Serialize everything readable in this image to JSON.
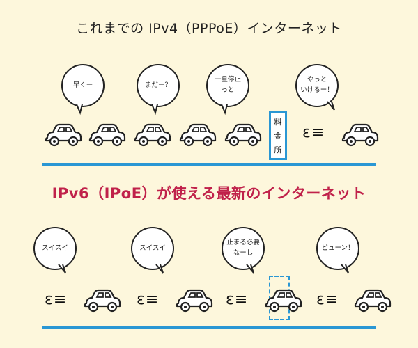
{
  "top": {
    "title": "これまでの IPv4（PPPoE）インターネット",
    "bubbles": [
      "早くー",
      "まだー？",
      "一旦停止\nっと",
      "やっと\nいけるー！"
    ],
    "toll_chars": [
      "料",
      "金",
      "所"
    ],
    "speed_mark": "ε≡"
  },
  "bottom": {
    "title": "IPv6（IPoE）が使える最新のインターネット",
    "bubbles": [
      "スイスイ",
      "スイスイ",
      "止まる必要\nなーし",
      "ビューン！"
    ],
    "speed_mark": "ε≡"
  },
  "colors": {
    "background": "#fdf7dc",
    "road": "#2a97d4",
    "accent": "#c0214a",
    "outline": "#222222"
  }
}
